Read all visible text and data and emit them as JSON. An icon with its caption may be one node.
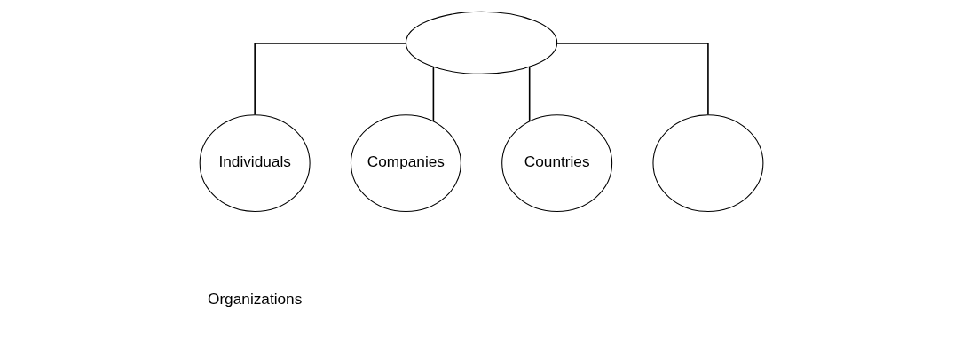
{
  "diagram": {
    "nodes": [
      {
        "text": [],
        "shape": "ellipse"
      },
      {
        "text": [
          "Individuals"
        ]
      },
      {
        "text": [
          "Companies"
        ]
      },
      {
        "text": [
          "Countries"
        ]
      },
      {
        "text": [],
        "shape": "ellipse"
      }
    ],
    "edges": [
      {
        "from": 0,
        "to": 1,
        "arrow": "none"
      },
      {
        "from": 0,
        "to": 2,
        "arrow": "none"
      },
      {
        "from": 0,
        "to": 3,
        "arrow": "none"
      },
      {
        "from": 0,
        "to": 4,
        "arrow": "none"
      }
    ],
    "labels": [
      "Organizations"
    ]
  }
}
